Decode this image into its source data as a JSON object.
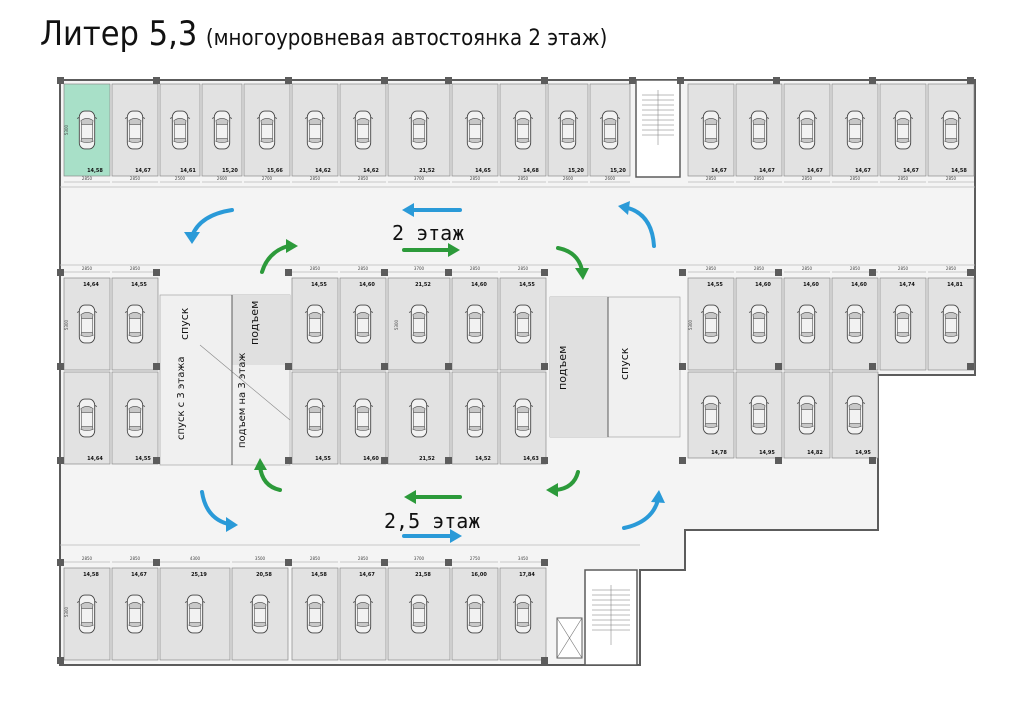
{
  "title": {
    "main": "Литер 5,3",
    "sub": "(многоуровневая автостоянка 2 этаж)"
  },
  "floor_labels": {
    "upper": "2 этаж",
    "lower": "2,5 этаж"
  },
  "ramp_labels": {
    "left_down": "спуск",
    "left_up": "подъем",
    "left_down3": "спуск с 3 этажа",
    "left_up3": "подъем на 3 этаж",
    "right_up": "подъем",
    "right_down": "спуск"
  },
  "colors": {
    "wall": "#5c5c5c",
    "space": "#e2e2e2",
    "highlight": "#a8e0c8",
    "arrow_blue": "#2a9ad8",
    "arrow_green": "#2c9a3a",
    "corridor": "#f4f4f4"
  },
  "spaces": {
    "top_row": [
      "14,58",
      "14,67",
      "14,61",
      "15,20",
      "15,66",
      "14,62",
      "14,62",
      "21,52",
      "14,65",
      "14,68",
      "15,20",
      "15,20",
      "14,67",
      "14,67",
      "14,67",
      "14,67",
      "14,67",
      "14,58"
    ],
    "left_mid_top": [
      "14,64",
      "14,55"
    ],
    "left_mid_bottom": [
      "14,64",
      "14,55"
    ],
    "center_top": [
      "14,55",
      "14,60",
      "21,52",
      "14,60",
      "14,55"
    ],
    "center_bottom": [
      "14,55",
      "14,60",
      "21,52",
      "14,52",
      "14,63"
    ],
    "right_mid_top": [
      "14,55",
      "14,60",
      "14,60",
      "14,60",
      "14,74",
      "14,81"
    ],
    "right_mid_bottom": [
      "14,78",
      "14,95",
      "14,82",
      "14,95"
    ],
    "bottom_row": [
      "14,58",
      "14,67",
      "25,19",
      "20,58",
      "14,58",
      "14,67",
      "21,58",
      "16,00",
      "17,84"
    ]
  },
  "dimensions": {
    "top_row": [
      "2850",
      "2850",
      "2500",
      "2600",
      "2700",
      "2850",
      "2850",
      "3700",
      "2850",
      "2850",
      "2600",
      "2600",
      "2850",
      "2850",
      "2850",
      "2850",
      "2850",
      "2850"
    ],
    "top_depth": "5300",
    "left_mid": [
      "2850",
      "2850"
    ],
    "left_depth": "5300",
    "center_top": [
      "2850",
      "2850",
      "3700",
      "2850",
      "2850"
    ],
    "center_depth": "5300",
    "right_mid": [
      "2850",
      "2850",
      "2850",
      "2850",
      "2850",
      "2850"
    ],
    "right_depth": "5300",
    "bottom_row": [
      "2850",
      "2850",
      "4300",
      "3500",
      "2850",
      "2850",
      "3700",
      "2750",
      "3450"
    ],
    "bottom_depth": "5300"
  }
}
